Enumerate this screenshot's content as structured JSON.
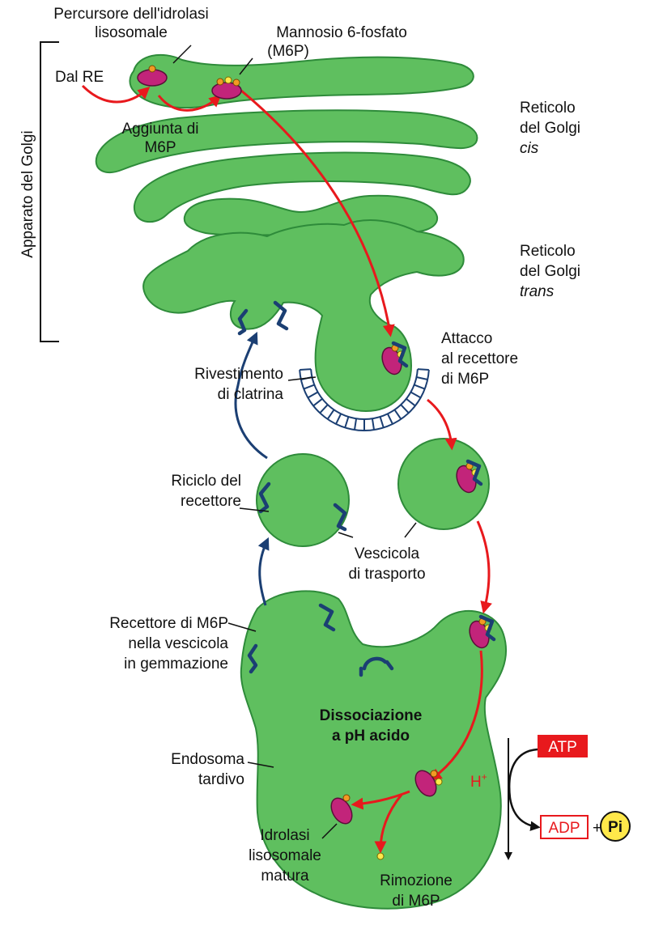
{
  "title_side": "Apparato del Golgi",
  "labels": {
    "precursor_line1": "Percursore dell'idrolasi",
    "precursor_line2": "lisosomale",
    "m6p_line1": "Mannosio 6-fosfato",
    "m6p_line2": "(M6P)",
    "from_er": "Dal RE",
    "add_m6p_line1": "Aggiunta di",
    "add_m6p_line2": "M6P",
    "cis_line1": "Reticolo",
    "cis_line2": "del Golgi",
    "cis_line3": "cis",
    "trans_line1": "Reticolo",
    "trans_line2": "del Golgi",
    "trans_line3": "trans",
    "attach_line1": "Attacco",
    "attach_line2": "al recettore",
    "attach_line3": "di M6P",
    "clathrin_line1": "Rivestimento",
    "clathrin_line2": "di clatrina",
    "recycle_line1": "Riciclo del",
    "recycle_line2": "recettore",
    "vesicle_line1": "Vescicola",
    "vesicle_line2": "di trasporto",
    "budding_line1": "Recettore di M6P",
    "budding_line2": "nella vescicola",
    "budding_line3": "in gemmazione",
    "dissoc_line1": "Dissociazione",
    "dissoc_line2": "a pH acido",
    "endosome_line1": "Endosoma",
    "endosome_line2": "tardivo",
    "hydrolase_line1": "Idrolasi",
    "hydrolase_line2": "lisosomale",
    "hydrolase_line3": "matura",
    "removal_line1": "Rimozione",
    "removal_line2": "di M6P",
    "proton": "H",
    "proton_sup": "+",
    "atp": "ATP",
    "adp": "ADP",
    "plus": "+",
    "pi": "Pi"
  },
  "colors": {
    "organelle_fill": "#5fbf5f",
    "arrow_red": "#e8191d",
    "arrow_blue": "#1b3f73",
    "enzyme": "#c2247a",
    "m6p_dot": "#f29a24",
    "phosphate_dot": "#ffe84a",
    "atp_box": "#e8191d"
  }
}
